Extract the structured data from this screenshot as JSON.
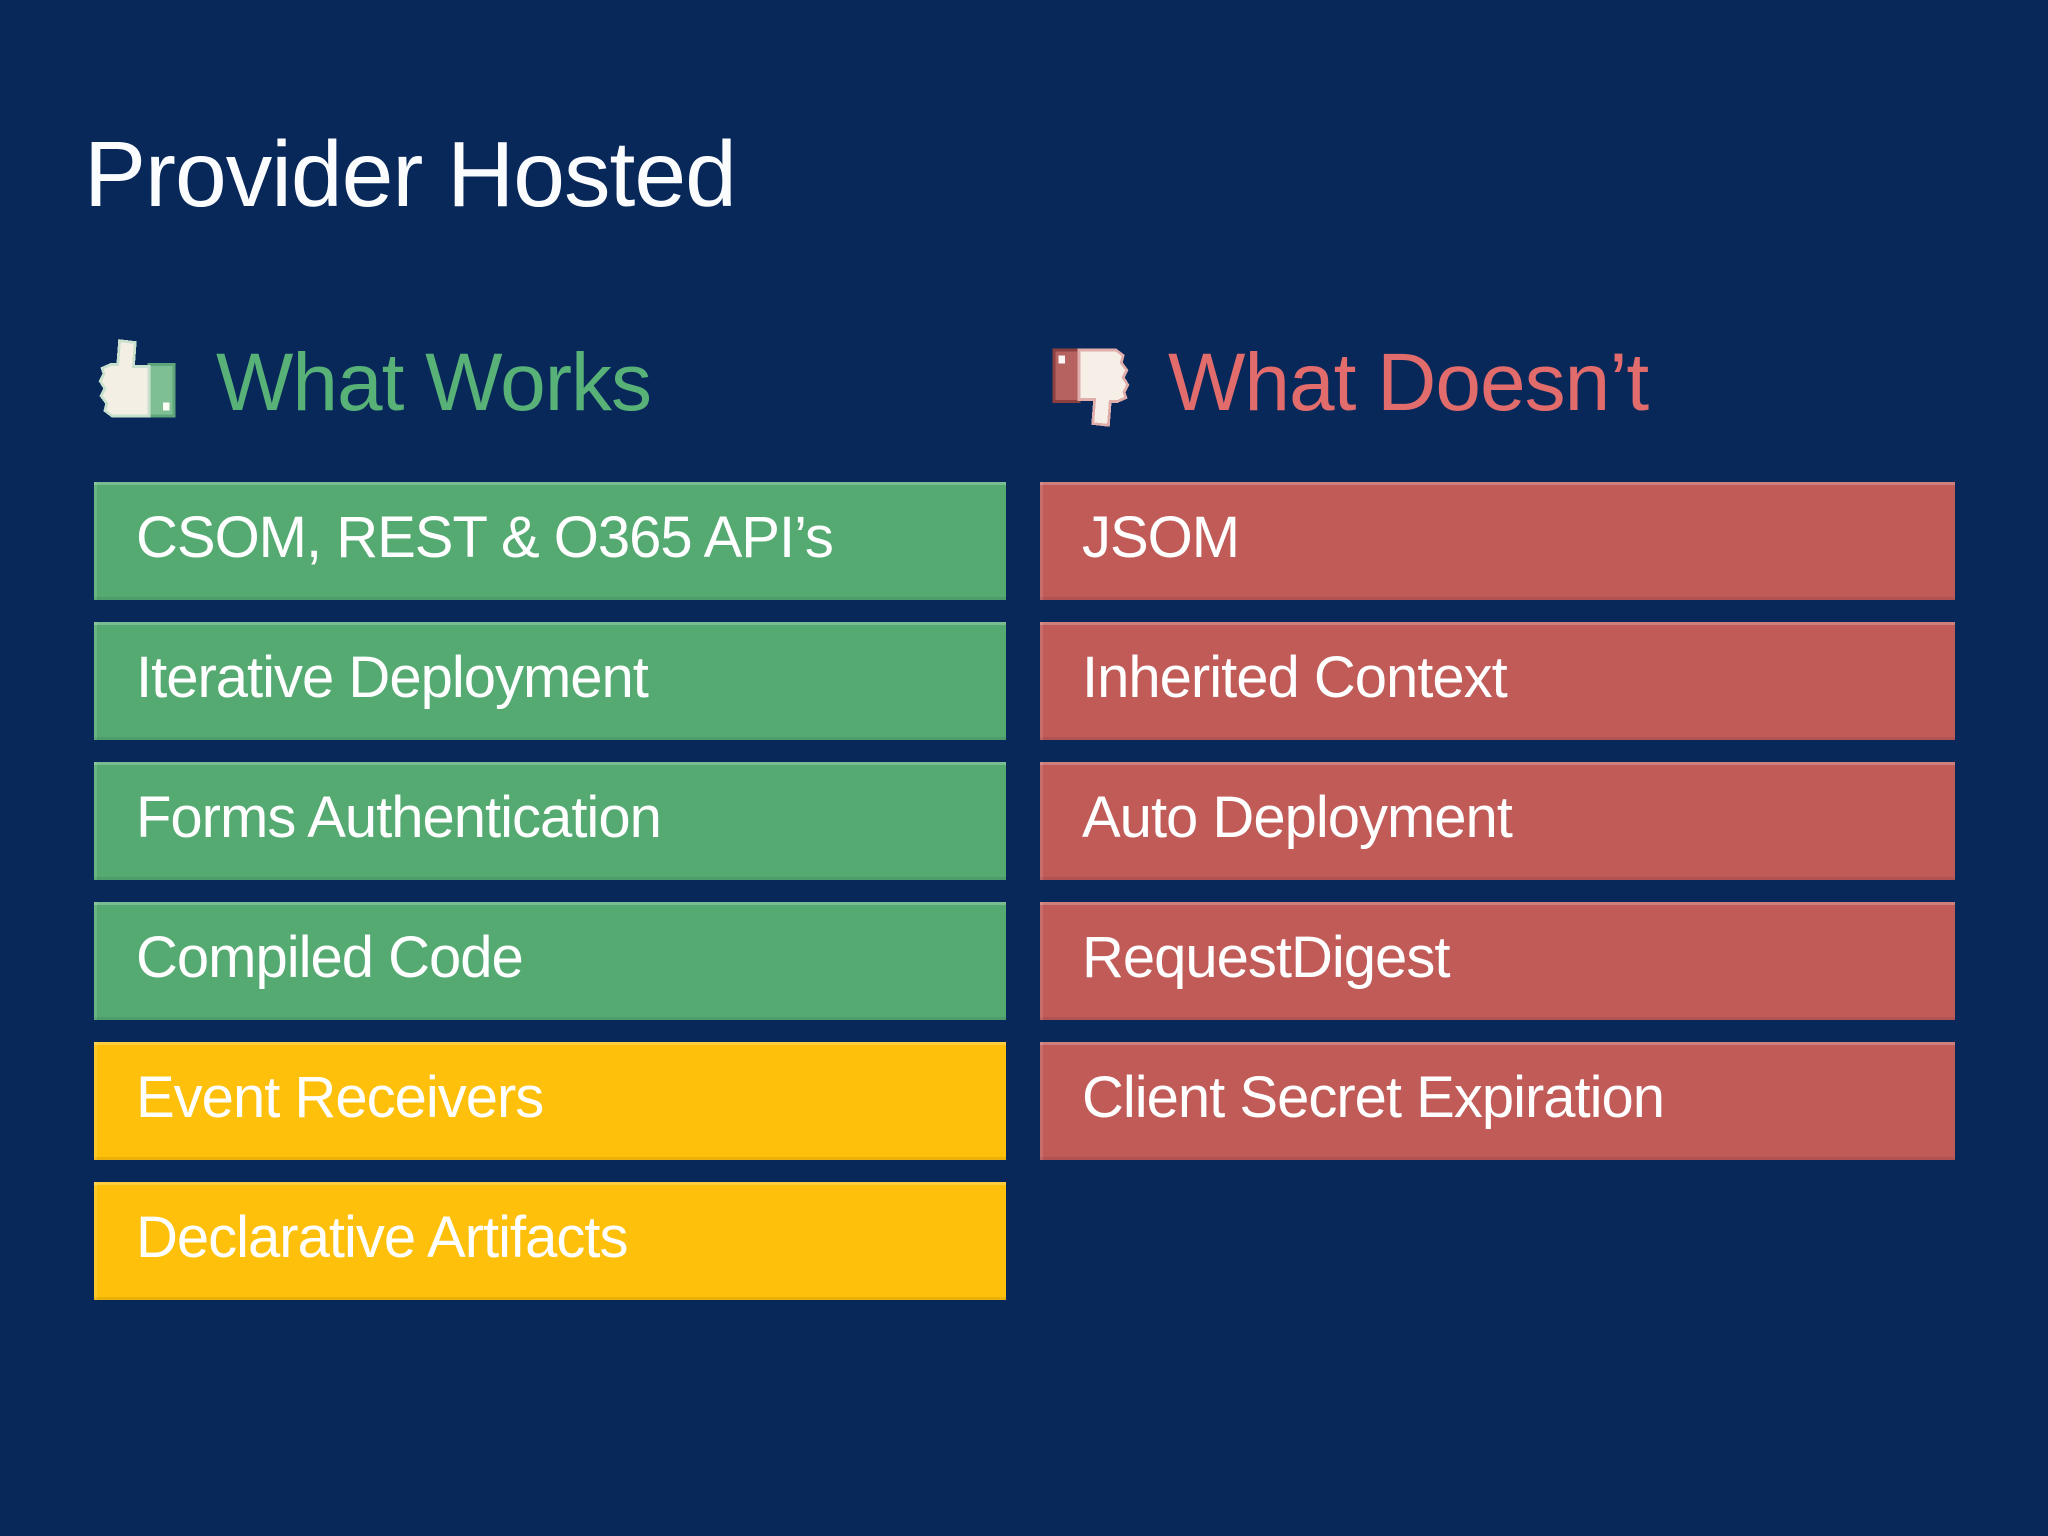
{
  "slide": {
    "title": "Provider Hosted",
    "columns": [
      {
        "header": "What Works",
        "icon": "thumbs-up-icon",
        "items": [
          {
            "label": "CSOM, REST & O365 API’s",
            "variant": "green"
          },
          {
            "label": "Iterative Deployment",
            "variant": "green"
          },
          {
            "label": "Forms Authentication",
            "variant": "green"
          },
          {
            "label": "Compiled Code",
            "variant": "green"
          },
          {
            "label": "Event Receivers",
            "variant": "gold"
          },
          {
            "label": "Declarative Artifacts",
            "variant": "gold"
          }
        ]
      },
      {
        "header": "What Doesn’t",
        "icon": "thumbs-down-icon",
        "items": [
          {
            "label": "JSOM",
            "variant": "red"
          },
          {
            "label": "Inherited Context",
            "variant": "red"
          },
          {
            "label": "Auto Deployment",
            "variant": "red"
          },
          {
            "label": "RequestDigest",
            "variant": "red"
          },
          {
            "label": "Client Secret Expiration",
            "variant": "red"
          }
        ]
      }
    ],
    "colors": {
      "background": "#08285A",
      "title_text": "#FBFCFE",
      "works_header_text": "#58B176",
      "doesnt_header_text": "#E26B6B",
      "green_bar": "#55AA72",
      "gold_bar": "#FEC00A",
      "red_bar": "#C05B58",
      "bar_text": "#FFFFFF"
    }
  }
}
